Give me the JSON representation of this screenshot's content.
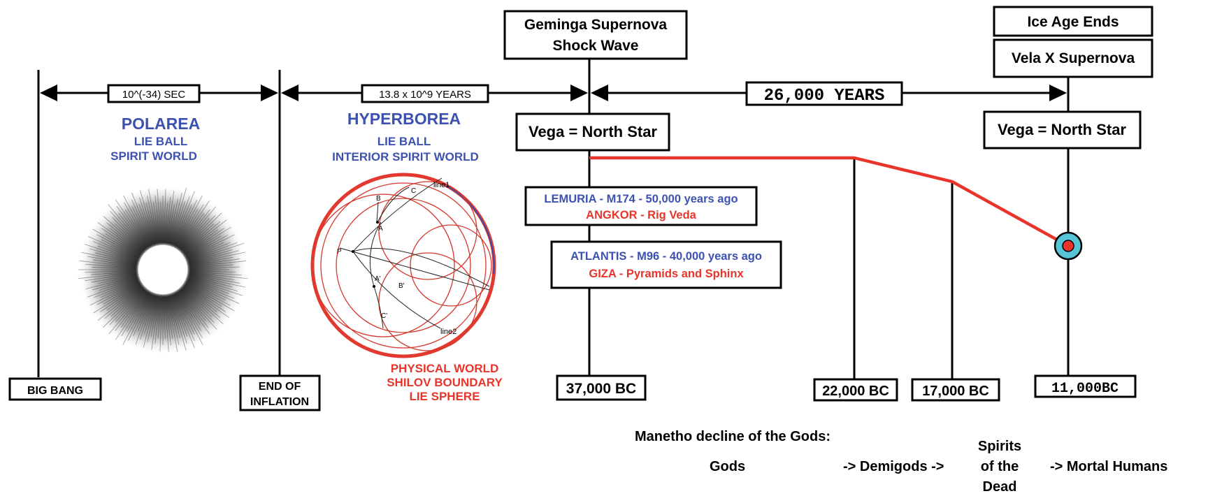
{
  "colors": {
    "blue": "#3d52b0",
    "red": "#e8342a",
    "black": "#000000",
    "teal": "#55c5d6"
  },
  "timeline": {
    "interval_1": "10^(-34) SEC",
    "interval_2": "13.8 x 10^9 YEARS",
    "interval_3": "26,000 YEARS"
  },
  "markers": {
    "big_bang": "BIG BANG",
    "end_of_inflation": [
      "END OF",
      "INFLATION"
    ],
    "bc_37000": "37,000 BC",
    "bc_22000": "22,000 BC",
    "bc_17000": "17,000 BC",
    "bc_11000": "11,000BC"
  },
  "events": {
    "geminga": [
      "Geminga Supernova",
      "Shock Wave"
    ],
    "ice_age": "Ice Age Ends",
    "vela": "Vela X Supernova",
    "vega_1": "Vega = North Star",
    "vega_2": "Vega = North Star"
  },
  "polarea": {
    "title": "POLAREA",
    "line1": "LIE BALL",
    "line2": "SPIRIT WORLD"
  },
  "hyperborea": {
    "title": "HYPERBOREA",
    "line1": "LIE BALL",
    "line2": "INTERIOR SPIRIT WORLD"
  },
  "physical": {
    "line1": "PHYSICAL WORLD",
    "line2": "SHILOV BOUNDARY",
    "line3": "LIE SPHERE"
  },
  "lemuria": {
    "blue": "LEMURIA - M174 - 50,000 years ago",
    "red": "ANGKOR - Rig Veda"
  },
  "atlantis": {
    "blue": "ATLANTIS - M96 - 40,000 years ago",
    "red": "GIZA - Pyramids and Sphinx"
  },
  "disk_labels": {
    "line1": "line1",
    "line2": "line2",
    "points": [
      "C",
      "B",
      "A",
      "P",
      "A'",
      "B'",
      "C'"
    ]
  },
  "manetho": {
    "title": "Manetho decline of the Gods:",
    "gods": "Gods",
    "demigods": "-> Demigods ->",
    "spirits": [
      "Spirits",
      "of the",
      "Dead"
    ],
    "mortal": "-> Mortal Humans"
  }
}
